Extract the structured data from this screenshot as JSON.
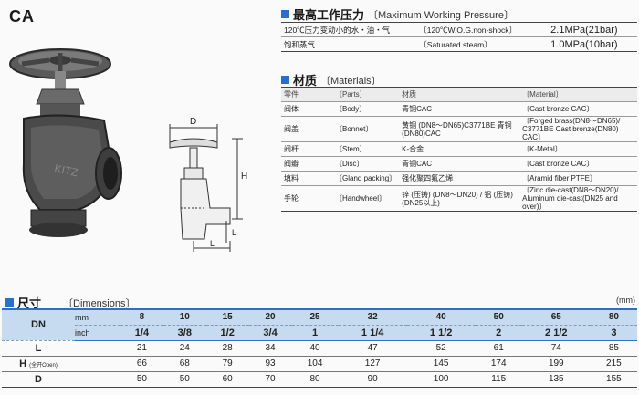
{
  "model": "CA",
  "pressure": {
    "title_cn": "最高工作压力",
    "title_en": "Maximum Working Pressure",
    "rows": [
      {
        "cn": "120℃压力变动小的水・油・气",
        "en": "120℃W.O.G.non-shock",
        "value": "2.1MPa(21bar)"
      },
      {
        "cn": "饱和蒸气",
        "en": "Saturated steam",
        "value": "1.0MPa(10bar)"
      }
    ]
  },
  "materials": {
    "title_cn": "材质",
    "title_en": "Materials",
    "header": {
      "part_cn": "零件",
      "part_en": "Parts",
      "mat_cn": "材质",
      "mat_en": "Material"
    },
    "rows": [
      {
        "part_cn": "阀体",
        "part_en": "Body",
        "mat_cn": "青铜CAC",
        "mat_en": "Cast bronze CAC"
      },
      {
        "part_cn": "阀盖",
        "part_en": "Bonnet",
        "mat_cn": "黄铜 (DN8～DN65)C3771BE 青铜 (DN80)CAC",
        "mat_en": "Forged brass(DN8～DN65)/ C3771BE Cast bronze(DN80) CAC"
      },
      {
        "part_cn": "阀杆",
        "part_en": "Stem",
        "mat_cn": "K-合金",
        "mat_en": "K-Metal"
      },
      {
        "part_cn": "阀瓣",
        "part_en": "Disc",
        "mat_cn": "青铜CAC",
        "mat_en": "Cast bronze CAC"
      },
      {
        "part_cn": "填料",
        "part_en": "Gland packing",
        "mat_cn": "强化聚四氟乙烯",
        "mat_en": "Aramid fiber PTFE"
      },
      {
        "part_cn": "手轮",
        "part_en": "Handwheel",
        "mat_cn": "锌 (压铸) (DN8～DN20) / 铝 (压铸) (DN25以上)",
        "mat_en": "Zinc die-cast(DN8～DN20)/ Aluminum die-cast(DN25 and over)"
      }
    ]
  },
  "drawing": {
    "label_d": "D",
    "label_h": "H",
    "label_l": "L"
  },
  "dimensions": {
    "title_cn": "尺寸",
    "title_en": "Dimensions",
    "unit_note": "(mm)",
    "dn_label": "DN",
    "mm_label": "mm",
    "inch_label": "inch",
    "mm": [
      "8",
      "10",
      "15",
      "20",
      "25",
      "32",
      "40",
      "50",
      "65",
      "80"
    ],
    "inch": [
      "1/4",
      "3/8",
      "1/2",
      "3/4",
      "1",
      "1 1/4",
      "1 1/2",
      "2",
      "2 1/2",
      "3"
    ],
    "rows": [
      {
        "label": "L",
        "note": "",
        "values": [
          "21",
          "24",
          "28",
          "34",
          "40",
          "47",
          "52",
          "61",
          "74",
          "85"
        ]
      },
      {
        "label": "H",
        "note": "(全开Open)",
        "values": [
          "66",
          "68",
          "79",
          "93",
          "104",
          "127",
          "145",
          "174",
          "199",
          "215"
        ]
      },
      {
        "label": "D",
        "note": "",
        "values": [
          "50",
          "50",
          "60",
          "70",
          "80",
          "90",
          "100",
          "115",
          "135",
          "155"
        ]
      }
    ]
  }
}
